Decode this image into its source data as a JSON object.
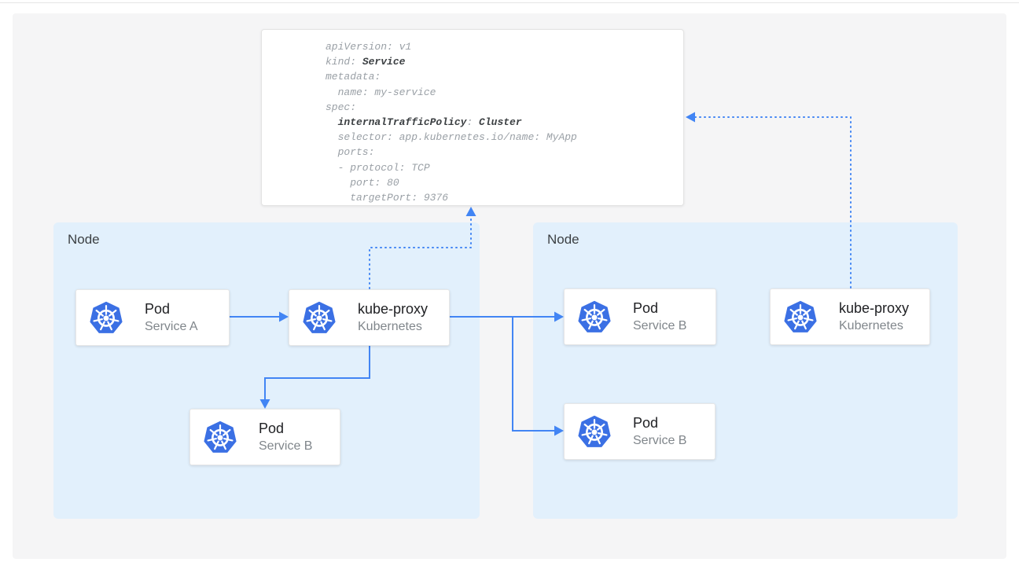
{
  "colors": {
    "accent": "#4285f4",
    "k8s-blue": "#3b70e4",
    "node-fill": "#e2f0fc",
    "panel-bg": "#f5f5f6",
    "code-normal": "#9aa0a6",
    "code-bold": "#3c4043"
  },
  "yaml": {
    "lines": [
      {
        "n1": "apiVersion: v1"
      },
      {
        "n1": "kind: ",
        "b1": "Service"
      },
      {
        "n1": "metadata:"
      },
      {
        "n1": "  name: my-service"
      },
      {
        "n1": "spec:"
      },
      {
        "n1": "  ",
        "b1": "internalTrafficPolicy",
        "n2": ": ",
        "b2": "Cluster"
      },
      {
        "n1": "  selector: app.kubernetes.io/name: MyApp"
      },
      {
        "n1": "  ports:"
      },
      {
        "n1": "  - protocol: TCP"
      },
      {
        "n1": "    port: 80"
      },
      {
        "n1": "    targetPort: 9376"
      }
    ]
  },
  "nodes": {
    "left_label": "Node",
    "right_label": "Node"
  },
  "cards": [
    {
      "title": "Pod",
      "subtitle": "Service A"
    },
    {
      "title": "kube-proxy",
      "subtitle": "Kubernetes"
    },
    {
      "title": "Pod",
      "subtitle": "Service B"
    },
    {
      "title": "Pod",
      "subtitle": "Service B"
    },
    {
      "title": "Pod",
      "subtitle": "Service B"
    },
    {
      "title": "kube-proxy",
      "subtitle": "Kubernetes"
    }
  ],
  "icons": {
    "kubernetes": "kubernetes-wheel-icon"
  }
}
